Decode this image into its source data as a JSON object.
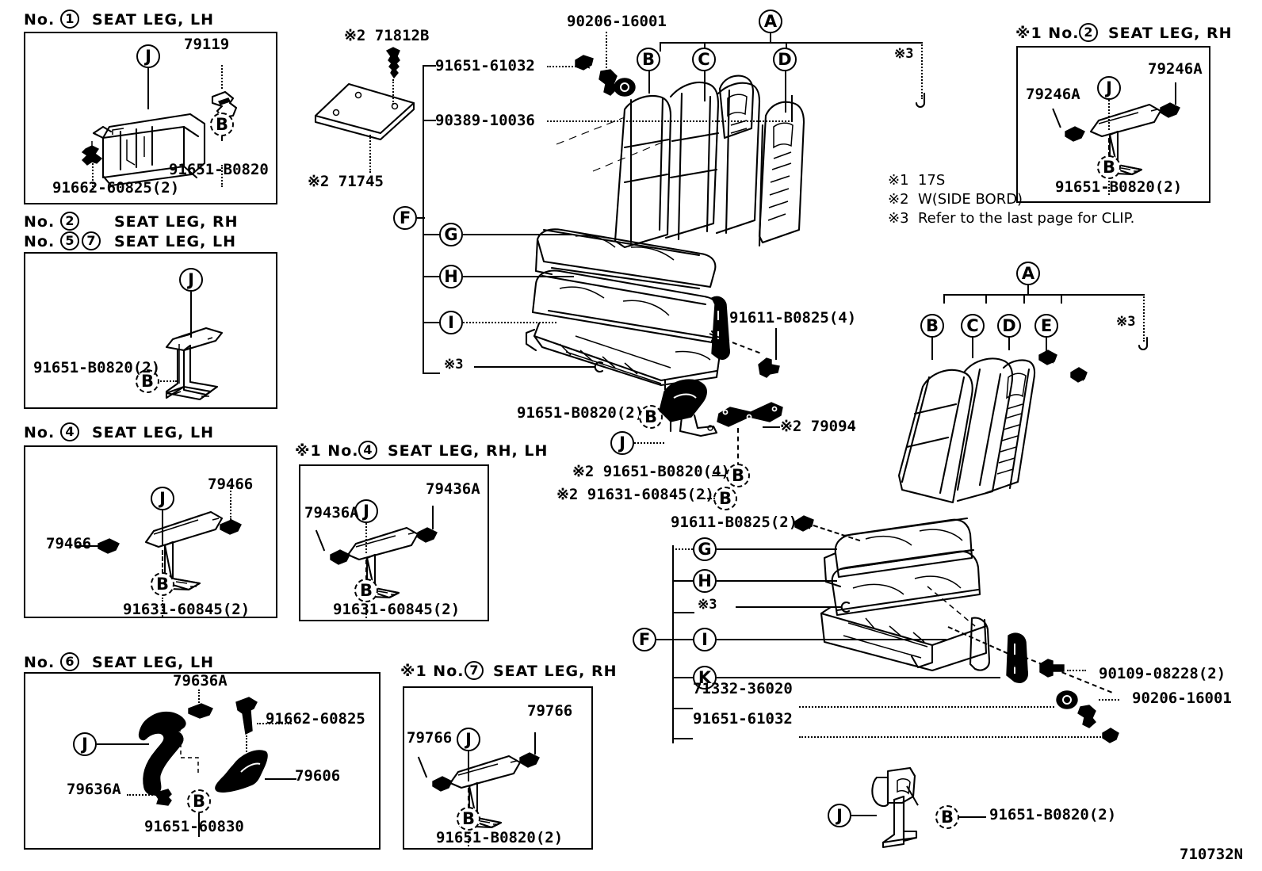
{
  "sheet": {
    "number": "710732N"
  },
  "notes": [
    {
      "id": "note-1",
      "text": "※1  17S"
    },
    {
      "id": "note-2",
      "text": "※2  W(SIDE BORD)"
    },
    {
      "id": "note-3",
      "text": "※3  Refer to the last page for CLIP."
    }
  ],
  "panels": [
    {
      "id": "panel-no1-lh",
      "title_parts": {
        "prefix": "No.",
        "circle": "1",
        "name": "SEAT LEG, LH"
      },
      "labels": [
        {
          "id": "p1-79119",
          "text": "79119"
        },
        {
          "id": "p1-91651-B0820",
          "text": "91651-B0820"
        },
        {
          "id": "p1-91662-60825",
          "text": "91662-60825(2)"
        }
      ],
      "bubbles": [
        "J",
        "B"
      ]
    },
    {
      "id": "panel-no2-no5-no7",
      "title_line1": {
        "prefix": "No.",
        "circle": "2",
        "name": "SEAT LEG, RH"
      },
      "title_line2": {
        "prefix": "No.",
        "circle": "5",
        "circle2": "7",
        "name": "SEAT LEG, LH"
      },
      "labels": [
        {
          "id": "p2-91651-B0820",
          "text": "91651-B0820(2)"
        }
      ],
      "bubbles": [
        "J",
        "B"
      ]
    },
    {
      "id": "panel-no4-lh",
      "title_parts": {
        "prefix": "No.",
        "circle": "4",
        "name": "SEAT LEG, LH"
      },
      "labels": [
        {
          "id": "p4-79466-right",
          "text": "79466"
        },
        {
          "id": "p4-79466-left",
          "text": "79466"
        },
        {
          "id": "p4-91631-60845",
          "text": "91631-60845(2)"
        }
      ],
      "bubbles": [
        "J",
        "B"
      ]
    },
    {
      "id": "panel-x1-no4-rh-lh",
      "title_parts": {
        "prefix": "※1 No.",
        "circle": "4",
        "name": "SEAT LEG, RH, LH"
      },
      "labels": [
        {
          "id": "p4b-79436A-right",
          "text": "79436A"
        },
        {
          "id": "p4b-79436A-left",
          "text": "79436A"
        },
        {
          "id": "p4b-91631-60845",
          "text": "91631-60845(2)"
        }
      ],
      "bubbles": [
        "J",
        "B"
      ]
    },
    {
      "id": "panel-no6-lh",
      "title_parts": {
        "prefix": "No.",
        "circle": "6",
        "name": "SEAT LEG, LH"
      },
      "labels": [
        {
          "id": "p6-79636A-top",
          "text": "79636A"
        },
        {
          "id": "p6-79636A-left",
          "text": "79636A"
        },
        {
          "id": "p6-91662-60825",
          "text": "91662-60825"
        },
        {
          "id": "p6-79606",
          "text": "79606"
        },
        {
          "id": "p6-91651-60830",
          "text": "91651-60830"
        }
      ],
      "bubbles": [
        "J",
        "B"
      ]
    },
    {
      "id": "panel-x1-no7-rh",
      "title_parts": {
        "prefix": "※1 No.",
        "circle": "7",
        "name": "SEAT LEG, RH"
      },
      "labels": [
        {
          "id": "p7-79766-right",
          "text": "79766"
        },
        {
          "id": "p7-79766-left",
          "text": "79766"
        },
        {
          "id": "p7-91651-B0820",
          "text": "91651-B0820(2)"
        }
      ],
      "bubbles": [
        "J",
        "B"
      ]
    },
    {
      "id": "panel-x1-no2-rh",
      "title_parts": {
        "prefix": "※1 No.",
        "circle": "2",
        "name": "SEAT LEG, RH"
      },
      "labels": [
        {
          "id": "p2b-79246A-right",
          "text": "79246A"
        },
        {
          "id": "p2b-79246A-left",
          "text": "79246A"
        },
        {
          "id": "p2b-91651-B0820",
          "text": "91651-B0820(2)"
        }
      ],
      "bubbles": [
        "J",
        "B"
      ]
    }
  ],
  "main_assembly": {
    "id": "rear-seat-assembly",
    "callouts_top": [
      "A",
      "B",
      "C",
      "D"
    ],
    "callout_ref_top": "※3",
    "callouts_left": [
      "F",
      "G",
      "H",
      "I"
    ],
    "callout_ref_left": "※3",
    "labels": [
      {
        "id": "m-x2-71812B",
        "text": "※2 71812B"
      },
      {
        "id": "m-x2-71745",
        "text": "※2 71745"
      },
      {
        "id": "m-91651-61032",
        "text": "91651-61032"
      },
      {
        "id": "m-90389-10036",
        "text": "90389-10036"
      },
      {
        "id": "m-90206-16001",
        "text": "90206-16001"
      },
      {
        "id": "m-91611-B0825",
        "text": "91611-B0825(4)"
      },
      {
        "id": "m-91651-B0820-2",
        "text": "91651-B0820(2)"
      },
      {
        "id": "m-x2-79094",
        "text": "※2 79094"
      },
      {
        "id": "m-x2-91651-B0820-4",
        "text": "※2 91651-B0820(4)"
      },
      {
        "id": "m-x2-91631-60845-2",
        "text": "※2 91631-60845(2)"
      }
    ]
  },
  "right_assembly": {
    "id": "front-seat-back-assembly",
    "callouts_top": [
      "A",
      "B",
      "C",
      "D",
      "E"
    ],
    "callout_ref_top": "※3"
  },
  "lower_right_assembly": {
    "id": "front-seat-cushion-assembly",
    "callouts_left": [
      "F",
      "G",
      "H",
      "I",
      "K"
    ],
    "callout_ref_left": "※3",
    "labels": [
      {
        "id": "lr-91611-B0825",
        "text": "91611-B0825(2)"
      },
      {
        "id": "lr-71332-36020",
        "text": "71332-36020"
      },
      {
        "id": "lr-91651-61032",
        "text": "91651-61032"
      },
      {
        "id": "lr-90109-08228",
        "text": "90109-08228(2)"
      },
      {
        "id": "lr-90206-16001",
        "text": "90206-16001"
      },
      {
        "id": "lr-91651-B0820",
        "text": "91651-B0820(2)"
      }
    ]
  }
}
